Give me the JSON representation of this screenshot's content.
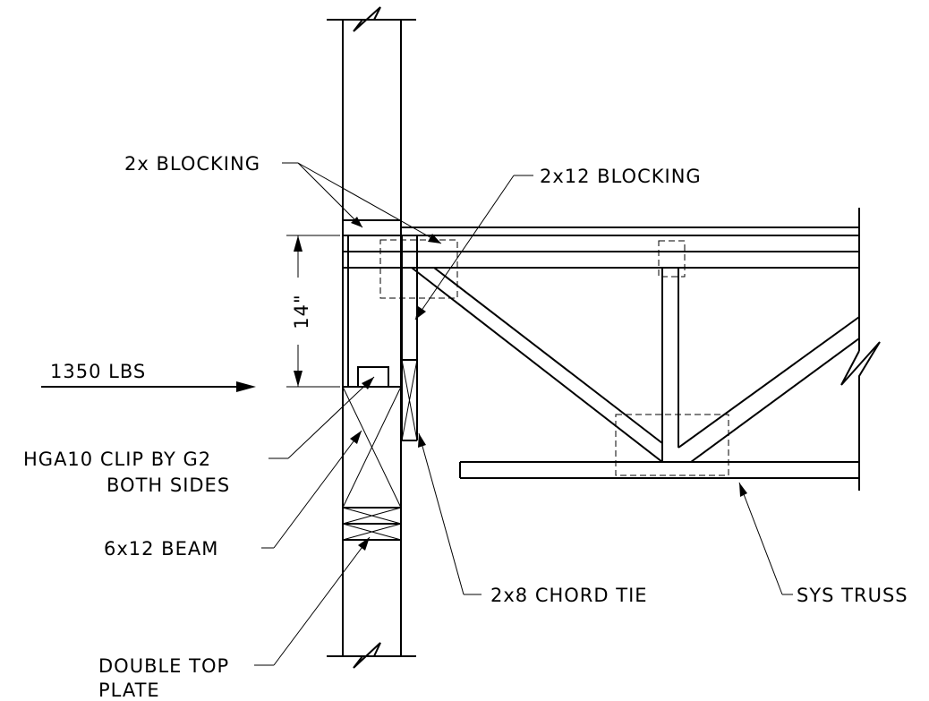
{
  "labels": {
    "blocking_2x": "2x BLOCKING",
    "blocking_2x12": "2x12 BLOCKING",
    "dimension": "14\"",
    "load": "1350  LBS",
    "clip_line1": "HGA10 CLIP BY G2",
    "clip_line2": "BOTH SIDES",
    "beam": "6x12 BEAM",
    "double_top_line1": "DOUBLE TOP",
    "double_top_line2": "PLATE",
    "chord_tie": "2x8 CHORD TIE",
    "sys_truss": "SYS TRUSS"
  },
  "colors": {
    "line": "#000000",
    "background": "#ffffff"
  }
}
